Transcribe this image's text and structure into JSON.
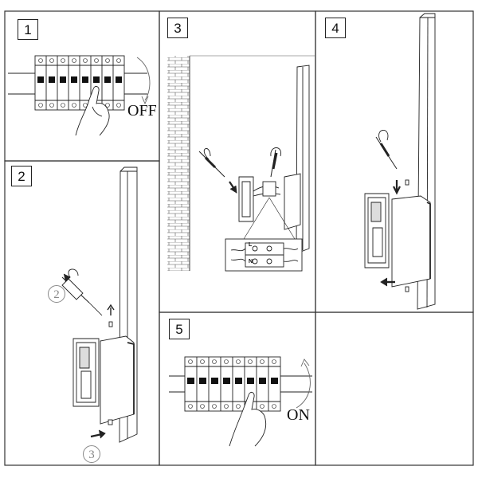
{
  "steps": [
    {
      "number": "1",
      "label": "OFF"
    },
    {
      "number": "2",
      "callouts": [
        "2",
        "3"
      ]
    },
    {
      "number": "3",
      "terminals": [
        "L",
        "N"
      ]
    },
    {
      "number": "4"
    },
    {
      "number": "5",
      "label": "ON"
    }
  ],
  "colors": {
    "line": "#222222",
    "grey": "#8a8a8a",
    "panel_border": "#333333"
  }
}
